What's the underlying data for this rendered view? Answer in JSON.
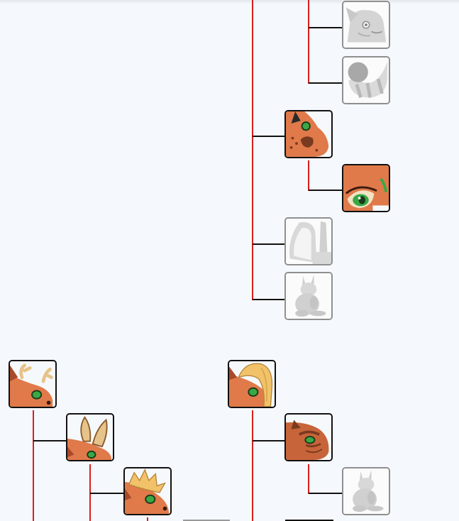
{
  "colors": {
    "background": "#f5f9fd",
    "connector_vertical": "#d91e1e",
    "connector_horizontal": "#111111",
    "owned_border": "#111111",
    "locked_border": "#8f8f8f",
    "fur": "#e07a4a",
    "fur_dark": "#a84a2a",
    "eye": "#3aa845",
    "locked_fill": "#d6d6d6"
  },
  "tree_upper": {
    "nodes": [
      {
        "icon": "cat-face-icon",
        "state": "locked"
      },
      {
        "icon": "striped-tail-icon",
        "state": "locked"
      },
      {
        "icon": "cheek-spots-icon",
        "state": "owned"
      },
      {
        "icon": "green-eye-icon",
        "state": "owned"
      },
      {
        "icon": "long-ear-icon",
        "state": "locked"
      },
      {
        "icon": "sitting-rabbit-icon",
        "state": "locked"
      }
    ]
  },
  "tree_lower_left": {
    "nodes": [
      {
        "icon": "antler-head-icon",
        "state": "owned"
      },
      {
        "icon": "pointed-ears-icon",
        "state": "owned"
      },
      {
        "icon": "fluffy-mane-icon",
        "state": "owned"
      }
    ]
  },
  "tree_lower_right": {
    "nodes": [
      {
        "icon": "long-hair-icon",
        "state": "owned"
      },
      {
        "icon": "brow-face-icon",
        "state": "owned"
      },
      {
        "icon": "sitting-rabbit-icon",
        "state": "locked"
      }
    ]
  }
}
